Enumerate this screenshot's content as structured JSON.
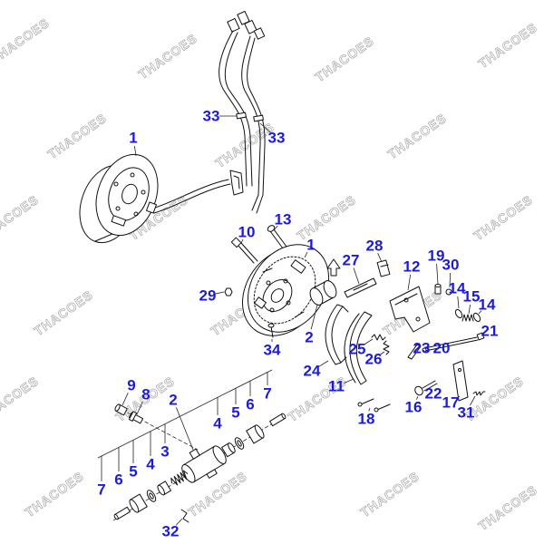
{
  "watermark": "THACOES",
  "callouts": [
    "1",
    "33",
    "33",
    "13",
    "10",
    "1",
    "28",
    "27",
    "19",
    "30",
    "12",
    "14",
    "15",
    "14",
    "21",
    "29",
    "2",
    "34",
    "25",
    "26",
    "23",
    "20",
    "24",
    "11",
    "22",
    "16",
    "17",
    "18",
    "31",
    "9",
    "8",
    "2",
    "7",
    "6",
    "5",
    "4",
    "3",
    "4",
    "5",
    "6",
    "7",
    "32"
  ],
  "colors": {
    "callout": "#1c1cd6",
    "linework": "#111111",
    "watermark": "#a8a8a8",
    "background": "#ffffff"
  }
}
